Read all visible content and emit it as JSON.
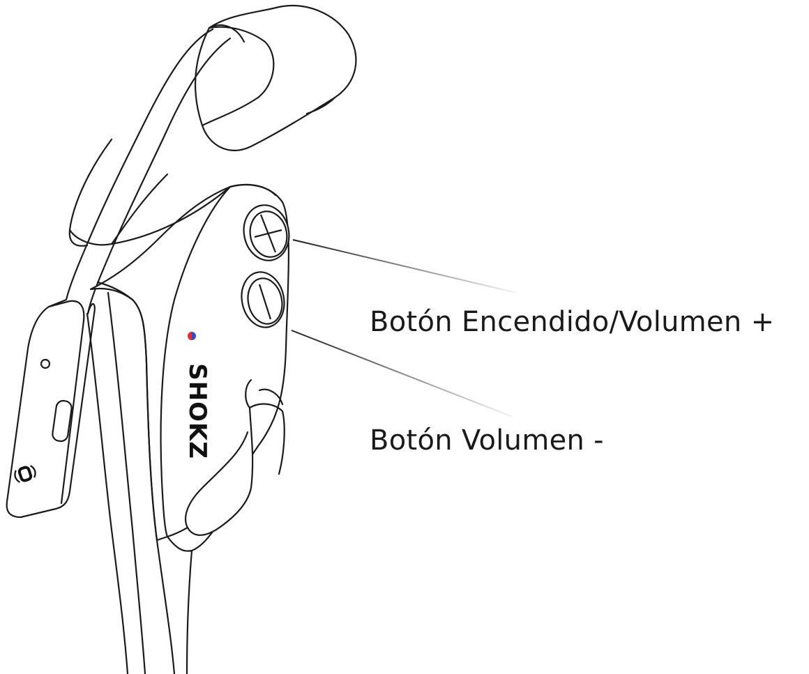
{
  "callouts": {
    "power_volume_up": "Botón Encendido/Volumen +",
    "volume_down": "Botón Volumen -"
  },
  "brand": {
    "logo_text": "SHOKZ"
  },
  "colors": {
    "outline": "#1a1a1a",
    "led_red": "#e0313a",
    "led_blue": "#2a4fd6",
    "background": "#ffffff"
  }
}
